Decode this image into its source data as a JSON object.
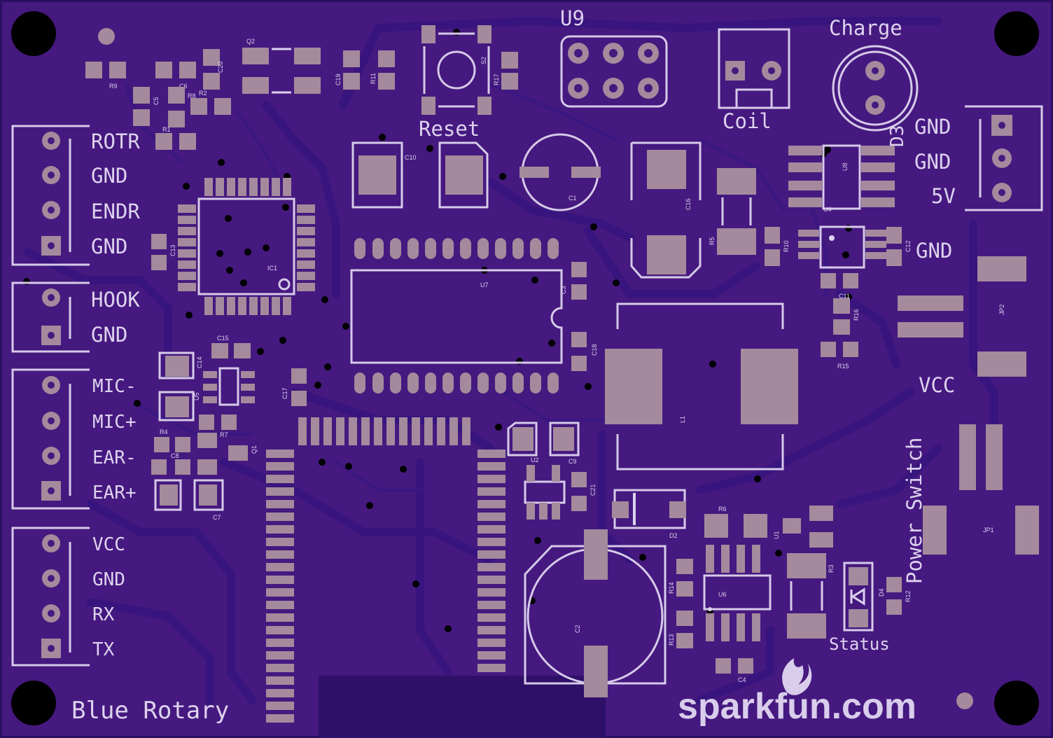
{
  "colors": {
    "board": "#45197f",
    "board_dark": "#2a0f63",
    "copper_pad": "#a48a9c",
    "silkscreen": "#ddd2ef",
    "hole": "#000000"
  },
  "board": {
    "title": "Blue Rotary",
    "brand": "sparkfun.com",
    "brand_logo": "sparkfun-flame-icon"
  },
  "connectors": {
    "rotary": [
      "ROTR",
      "GND",
      "ENDR",
      "GND"
    ],
    "hook": [
      "HOOK",
      "GND"
    ],
    "audio": [
      "MIC-",
      "MIC+",
      "EAR-",
      "EAR+"
    ],
    "serial": [
      "VCC",
      "GND",
      "RX",
      "TX"
    ],
    "power_in": [
      "GND",
      "GND",
      "5V"
    ]
  },
  "labels": {
    "u9": "U9",
    "charge": "Charge",
    "coil": "Coil",
    "reset": "Reset",
    "gnd_right": "GND",
    "vcc_right": "VCC",
    "power_switch": "Power Switch",
    "status": "Status",
    "d3": "D3"
  },
  "refdes": {
    "q2": "Q2",
    "c20": "C20",
    "r9": "R9",
    "c6": "C6",
    "r2": "R2",
    "c5": "C5",
    "r8": "R8",
    "r1": "R1",
    "c19": "C19",
    "r11": "R11",
    "s2": "S2",
    "r17": "R17",
    "c10": "C10",
    "c1": "C1",
    "c16": "C16",
    "u8": "U8",
    "u4": "U4",
    "r5": "R5",
    "r10": "R10",
    "c12": "C12",
    "c11": "C11",
    "r16": "R16",
    "r15": "R15",
    "jp2": "JP2",
    "jp1": "JP1",
    "c13": "C13",
    "ic1": "IC1",
    "u7": "U7",
    "c3": "C3",
    "c18": "C18",
    "c15": "C15",
    "c14": "C14",
    "u5": "U5",
    "c17": "C17",
    "r4": "R4",
    "r7": "R7",
    "c8": "C8",
    "q1": "Q1",
    "c7": "C7",
    "u2": "U2",
    "c9": "C9",
    "c21": "C21",
    "l1": "L1",
    "d2": "D2",
    "r6": "R6",
    "u1": "U1",
    "r3": "R3",
    "d4": "D4",
    "r12": "R12",
    "r14": "R14",
    "r13": "R13",
    "u6": "U6",
    "c4": "C4",
    "c2": "C2"
  }
}
